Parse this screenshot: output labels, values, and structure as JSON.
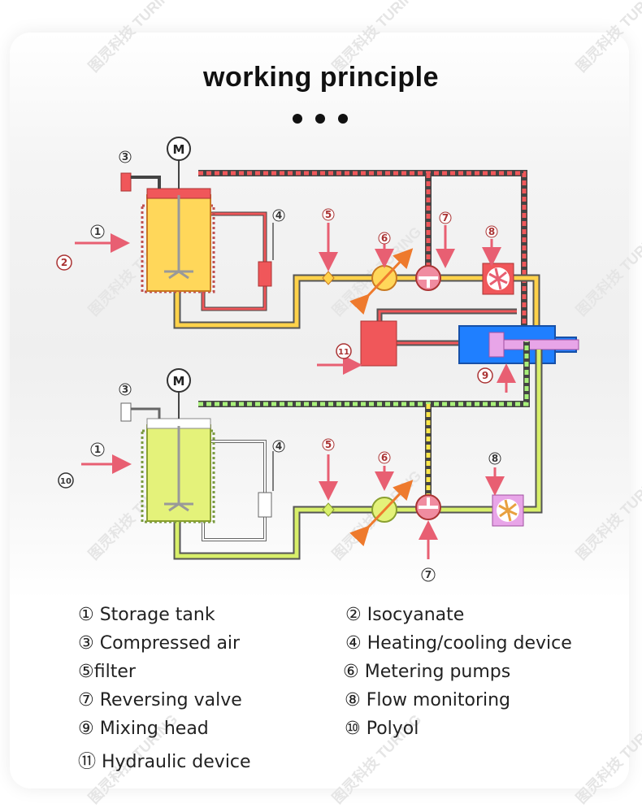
{
  "title": "working principle",
  "watermark": "图灵科技 TURING",
  "callouts": {
    "n1": "1",
    "n2": "2",
    "n3": "3",
    "n4": "4",
    "n5": "5",
    "n6": "6",
    "n7": "7",
    "n8": "8",
    "n9": "9",
    "n10": "10",
    "n11": "11",
    "motor": "M"
  },
  "legend": [
    {
      "text": "① Storage tank"
    },
    {
      "text": "② Isocyanate"
    },
    {
      "text": "③ Compressed air"
    },
    {
      "text": "④ Heating/cooling device"
    },
    {
      "text": "⑤filter"
    },
    {
      "text": "⑥ Metering pumps"
    },
    {
      "text": "⑦ Reversing valve"
    },
    {
      "text": "⑧ Flow monitoring"
    },
    {
      "text": "⑨ Mixing head"
    },
    {
      "text": "⑩ Polyol"
    },
    {
      "text": "⑪ Hydraulic device"
    }
  ],
  "colors": {
    "red": "#f0575a",
    "pink": "#f08ca0",
    "yellow": "#ffd24a",
    "lime": "#d8ef6a",
    "blue": "#1f7fff",
    "violet": "#e8a5e8"
  }
}
